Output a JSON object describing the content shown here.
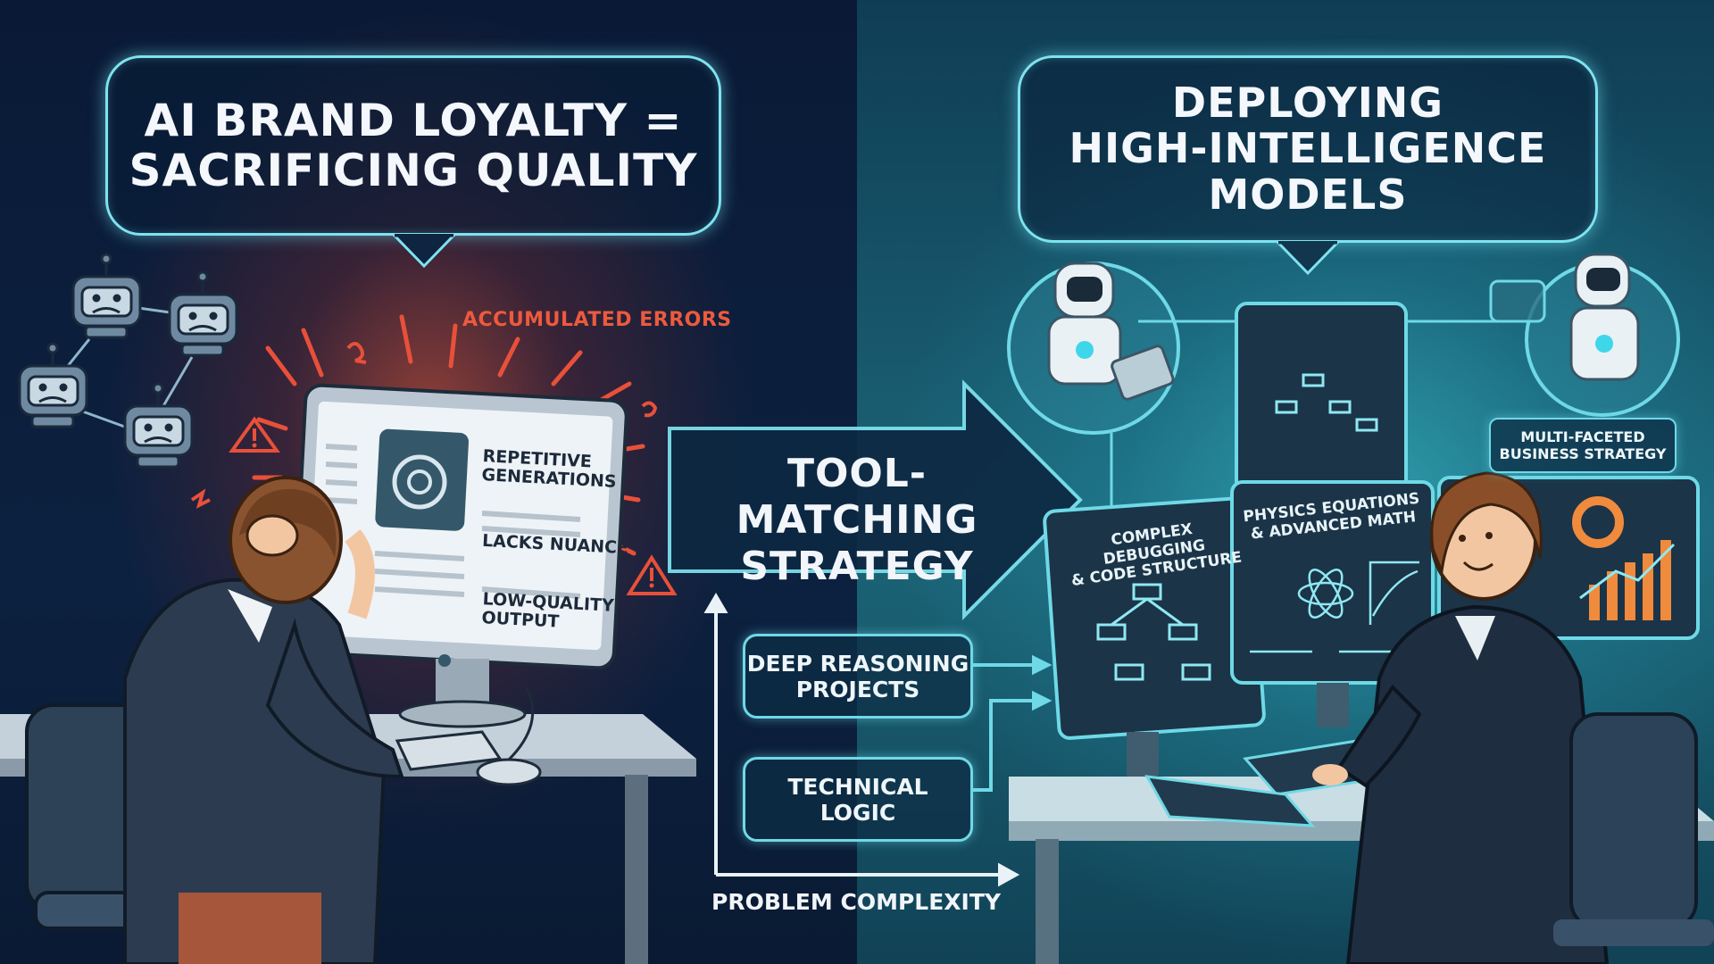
{
  "left_bubble": {
    "line1": "AI BRAND LOYALTY =",
    "line2": "SACRIFICING QUALITY"
  },
  "right_bubble": {
    "line1": "DEPLOYING",
    "line2": "HIGH-INTELLIGENCE",
    "line3": "MODELS"
  },
  "accumulated_errors": "ACCUMULATED ERRORS",
  "left_screen": {
    "item1_line1": "REPETITIVE",
    "item1_line2": "GENERATIONS",
    "item2": "LACKS NUANCE",
    "item3_line1": "LOW-QUALITY",
    "item3_line2": "OUTPUT"
  },
  "center_arrow": {
    "line1": "TOOL-MATCHING",
    "line2": "STRATEGY"
  },
  "boxes": {
    "deep_line1": "DEEP REASONING",
    "deep_line2": "PROJECTS",
    "tech_line1": "TECHNICAL",
    "tech_line2": "LOGIC"
  },
  "axis_label": "PROBLEM COMPLEXITY",
  "right_panels": {
    "debug_line1": "COMPLEX DEBUGGING",
    "debug_line2": "& CODE STRUCTURE",
    "physics_line1": "PHYSICS EQUATIONS",
    "physics_line2": "& ADVANCED MATH",
    "business_line1": "MULTI-FACETED",
    "business_line2": "BUSINESS STRATEGY"
  },
  "colors": {
    "neon_cyan": "#7ee3ef",
    "error_red": "#e8503a",
    "dark_navy": "#0b1a33",
    "teal": "#1c6578"
  }
}
